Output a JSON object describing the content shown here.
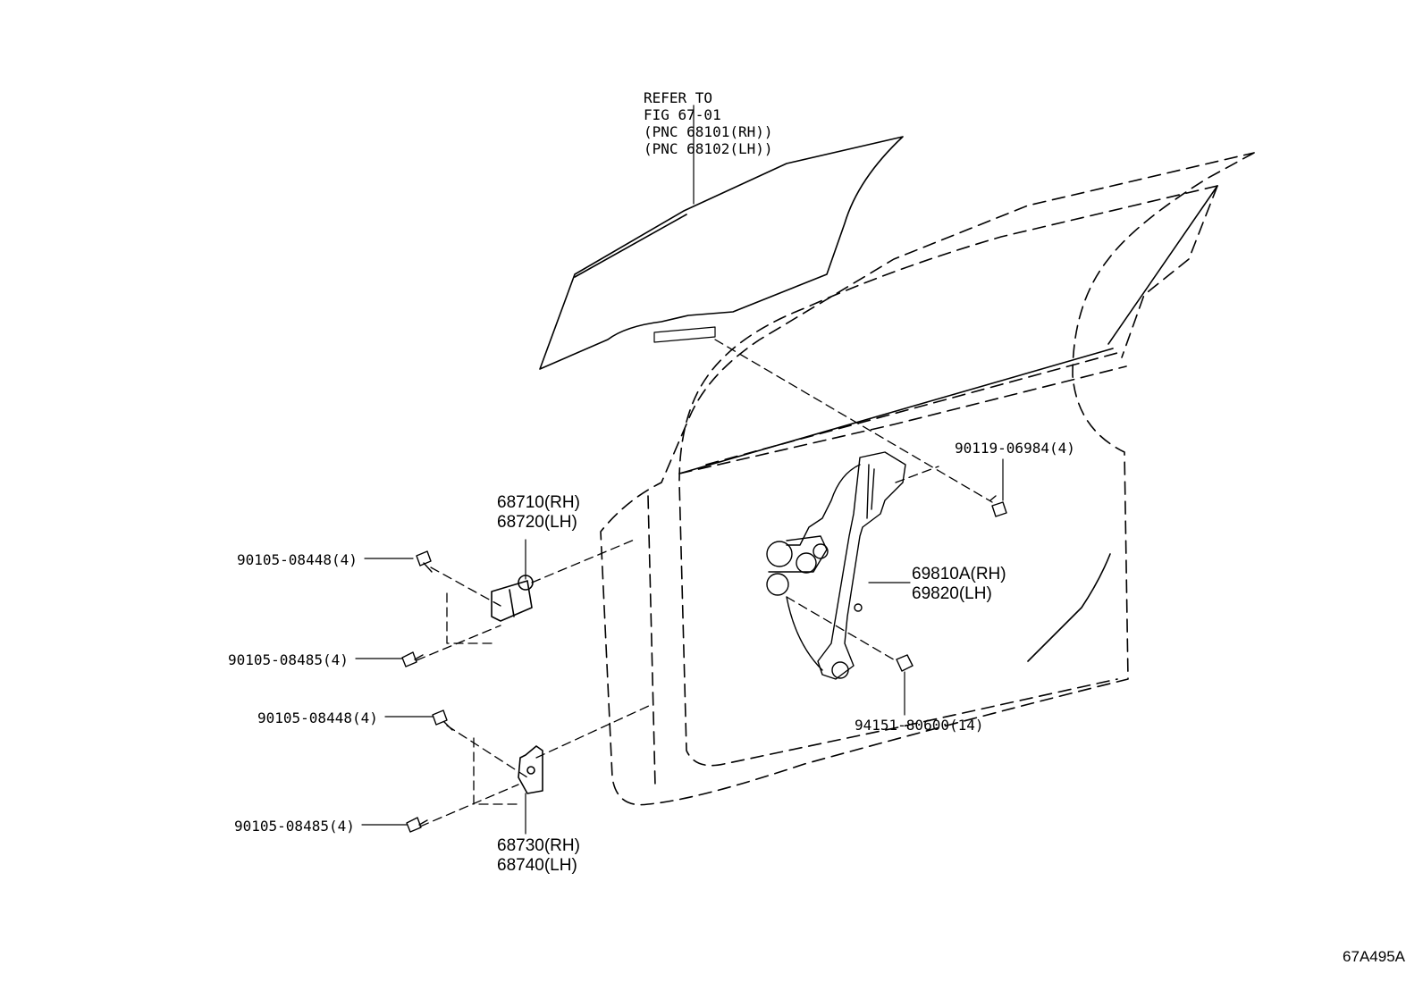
{
  "refer_note": {
    "line1": "REFER TO",
    "line2": "FIG 67-01",
    "line3": "(PNC 68101(RH))",
    "line4": "(PNC 68102(LH))"
  },
  "parts": {
    "upper_hinge": {
      "rh": "68710(RH)",
      "lh": "68720(LH)"
    },
    "lower_hinge": {
      "rh": "68730(RH)",
      "lh": "68740(LH)"
    },
    "regulator": {
      "rh": "69810A(RH)",
      "lh": "69820(LH)"
    },
    "bolt_upper_1": "90105-08448(4)",
    "bolt_upper_2": "90105-08485(4)",
    "bolt_lower_1": "90105-08448(4)",
    "bolt_lower_2": "90105-08485(4)",
    "bolt_regulator_top": "90119-06984(4)",
    "nut_regulator": "94151-80600(14)"
  },
  "figure_id": "67A495A"
}
